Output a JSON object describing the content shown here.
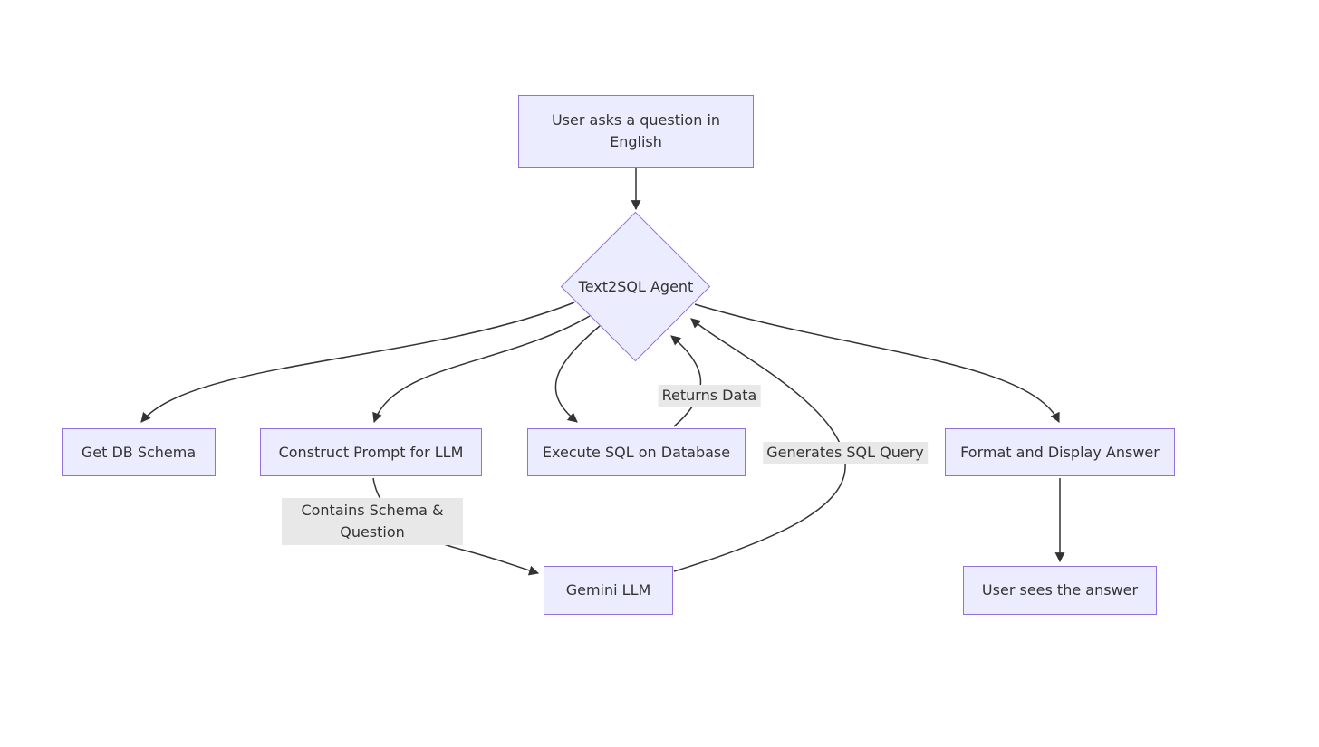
{
  "diagram": {
    "type": "flowchart",
    "colors": {
      "background": "#ffffff",
      "node_fill": "#ECECFF",
      "node_border": "#9370DB",
      "edge_color": "#333333",
      "edge_label_bg": "#e8e8e8",
      "text_color": "#333333"
    },
    "nodes": [
      {
        "id": "user-question",
        "shape": "rect",
        "label": "User asks a question in English"
      },
      {
        "id": "text2sql-agent",
        "shape": "diamond",
        "label": "Text2SQL Agent"
      },
      {
        "id": "get-db-schema",
        "shape": "rect",
        "label": "Get DB Schema"
      },
      {
        "id": "construct-prompt",
        "shape": "rect",
        "label": "Construct Prompt for LLM"
      },
      {
        "id": "execute-sql",
        "shape": "rect",
        "label": "Execute SQL on Database"
      },
      {
        "id": "format-display",
        "shape": "rect",
        "label": "Format and Display Answer"
      },
      {
        "id": "gemini-llm",
        "shape": "rect",
        "label": "Gemini LLM"
      },
      {
        "id": "user-sees",
        "shape": "rect",
        "label": "User sees the answer"
      }
    ],
    "edges": [
      {
        "from": "user-question",
        "to": "text2sql-agent",
        "label": ""
      },
      {
        "from": "text2sql-agent",
        "to": "get-db-schema",
        "label": ""
      },
      {
        "from": "text2sql-agent",
        "to": "construct-prompt",
        "label": ""
      },
      {
        "from": "text2sql-agent",
        "to": "execute-sql",
        "label": ""
      },
      {
        "from": "text2sql-agent",
        "to": "format-display",
        "label": ""
      },
      {
        "from": "execute-sql",
        "to": "text2sql-agent",
        "label": "Returns Data"
      },
      {
        "from": "gemini-llm",
        "to": "text2sql-agent",
        "label": "Generates SQL Query"
      },
      {
        "from": "construct-prompt",
        "to": "gemini-llm",
        "label": "Contains Schema & Question"
      },
      {
        "from": "format-display",
        "to": "user-sees",
        "label": ""
      }
    ]
  }
}
